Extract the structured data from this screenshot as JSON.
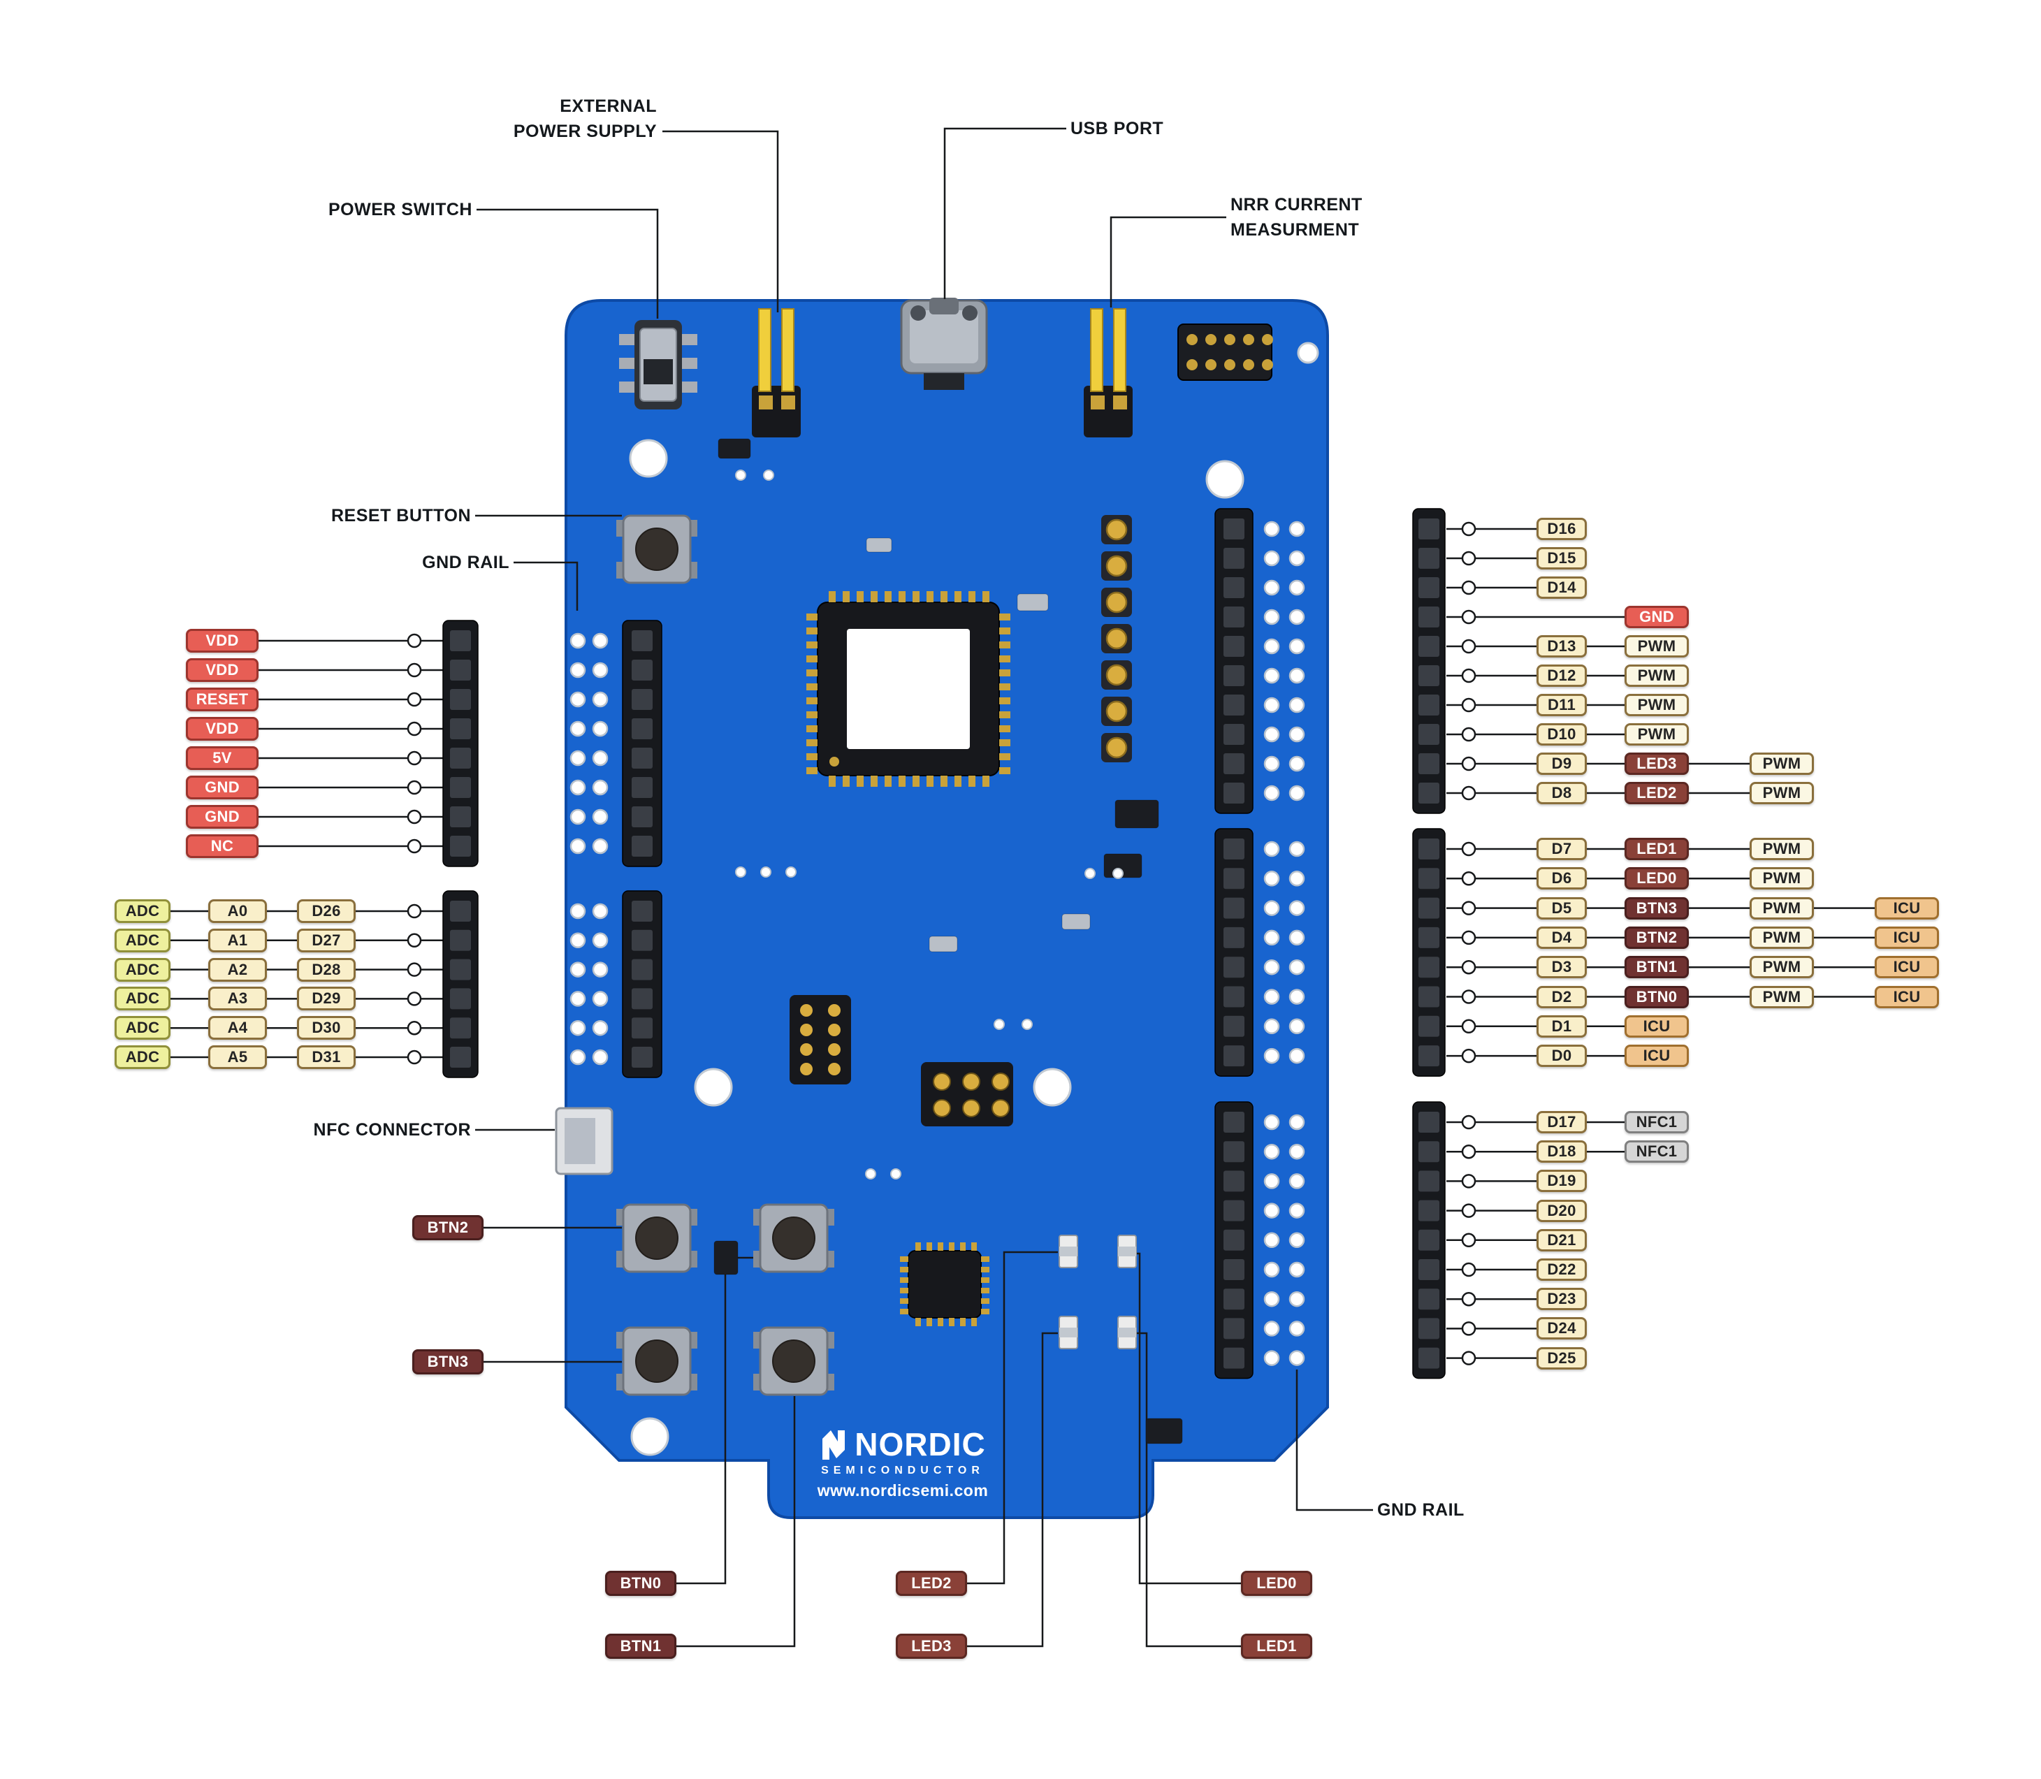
{
  "callouts": {
    "external_power_supply": [
      "EXTERNAL",
      "POWER SUPPLY"
    ],
    "usb_port": "USB PORT",
    "power_switch": "POWER SWITCH",
    "nrr_current_measurement": [
      "NRR CURRENT",
      "MEASURMENT"
    ],
    "reset_button": "RESET BUTTON",
    "gnd_rail_top_left": "GND RAIL",
    "nfc_connector": "NFC CONNECTOR",
    "gnd_rail_bottom_right": "GND RAIL"
  },
  "left_power_pins": [
    "VDD",
    "VDD",
    "RESET",
    "VDD",
    "5V",
    "GND",
    "GND",
    "NC"
  ],
  "adc_rows": [
    {
      "adc": "ADC",
      "analog": "A0",
      "digital": "D26"
    },
    {
      "adc": "ADC",
      "analog": "A1",
      "digital": "D27"
    },
    {
      "adc": "ADC",
      "analog": "A2",
      "digital": "D28"
    },
    {
      "adc": "ADC",
      "analog": "A3",
      "digital": "D29"
    },
    {
      "adc": "ADC",
      "analog": "A4",
      "digital": "D30"
    },
    {
      "adc": "ADC",
      "analog": "A5",
      "digital": "D31"
    }
  ],
  "right_groups": [
    {
      "rows": [
        {
          "pin": "D16",
          "tags": []
        },
        {
          "pin": "D15",
          "tags": []
        },
        {
          "pin": "D14",
          "tags": []
        },
        {
          "pin": null,
          "tags": [
            {
              "label": "GND",
              "type": "red"
            }
          ]
        },
        {
          "pin": "D13",
          "tags": [
            {
              "label": "PWM",
              "type": "pwm"
            }
          ]
        },
        {
          "pin": "D12",
          "tags": [
            {
              "label": "PWM",
              "type": "pwm"
            }
          ]
        },
        {
          "pin": "D11",
          "tags": [
            {
              "label": "PWM",
              "type": "pwm"
            }
          ]
        },
        {
          "pin": "D10",
          "tags": [
            {
              "label": "PWM",
              "type": "pwm"
            }
          ]
        },
        {
          "pin": "D9",
          "tags": [
            {
              "label": "LED3",
              "type": "led"
            },
            {
              "label": "PWM",
              "type": "pwm"
            }
          ]
        },
        {
          "pin": "D8",
          "tags": [
            {
              "label": "LED2",
              "type": "led"
            },
            {
              "label": "PWM",
              "type": "pwm"
            }
          ]
        }
      ]
    },
    {
      "rows": [
        {
          "pin": "D7",
          "tags": [
            {
              "label": "LED1",
              "type": "led"
            },
            {
              "label": "PWM",
              "type": "pwm"
            }
          ]
        },
        {
          "pin": "D6",
          "tags": [
            {
              "label": "LED0",
              "type": "led"
            },
            {
              "label": "PWM",
              "type": "pwm"
            }
          ]
        },
        {
          "pin": "D5",
          "tags": [
            {
              "label": "BTN3",
              "type": "btn"
            },
            {
              "label": "PWM",
              "type": "pwm"
            },
            {
              "label": "ICU",
              "type": "icu"
            }
          ]
        },
        {
          "pin": "D4",
          "tags": [
            {
              "label": "BTN2",
              "type": "btn"
            },
            {
              "label": "PWM",
              "type": "pwm"
            },
            {
              "label": "ICU",
              "type": "icu"
            }
          ]
        },
        {
          "pin": "D3",
          "tags": [
            {
              "label": "BTN1",
              "type": "btn"
            },
            {
              "label": "PWM",
              "type": "pwm"
            },
            {
              "label": "ICU",
              "type": "icu"
            }
          ]
        },
        {
          "pin": "D2",
          "tags": [
            {
              "label": "BTN0",
              "type": "btn"
            },
            {
              "label": "PWM",
              "type": "pwm"
            },
            {
              "label": "ICU",
              "type": "icu"
            }
          ]
        },
        {
          "pin": "D1",
          "tags": [
            {
              "label": "ICU",
              "type": "icu"
            }
          ]
        },
        {
          "pin": "D0",
          "tags": [
            {
              "label": "ICU",
              "type": "icu"
            }
          ]
        }
      ]
    },
    {
      "rows": [
        {
          "pin": "D17",
          "tags": [
            {
              "label": "NFC1",
              "type": "nfc"
            }
          ]
        },
        {
          "pin": "D18",
          "tags": [
            {
              "label": "NFC1",
              "type": "nfc"
            }
          ]
        },
        {
          "pin": "D19",
          "tags": []
        },
        {
          "pin": "D20",
          "tags": []
        },
        {
          "pin": "D21",
          "tags": []
        },
        {
          "pin": "D22",
          "tags": []
        },
        {
          "pin": "D23",
          "tags": []
        },
        {
          "pin": "D24",
          "tags": []
        },
        {
          "pin": "D25",
          "tags": []
        }
      ]
    }
  ],
  "board_labels": {
    "btn2": "BTN2",
    "btn3": "BTN3",
    "btn0": "BTN0",
    "btn1": "BTN1",
    "led2": "LED2",
    "led3": "LED3",
    "led0": "LED0",
    "led1": "LED1"
  },
  "logo": {
    "name": "NORDIC",
    "sub": "SEMICONDUCTOR",
    "url": "www.nordicsemi.com"
  },
  "colors": {
    "board_blue": "#1864cf",
    "pin_tan": "#f9efca",
    "pwm_cream": "#fbf7e3",
    "power_red": "#e75e55",
    "adc_yellow": "#eef09e",
    "led_maroon": "#8a4138",
    "btn_maroon": "#703231",
    "icu_tan": "#f0c48d",
    "nfc_gray": "#d6d6d6"
  }
}
